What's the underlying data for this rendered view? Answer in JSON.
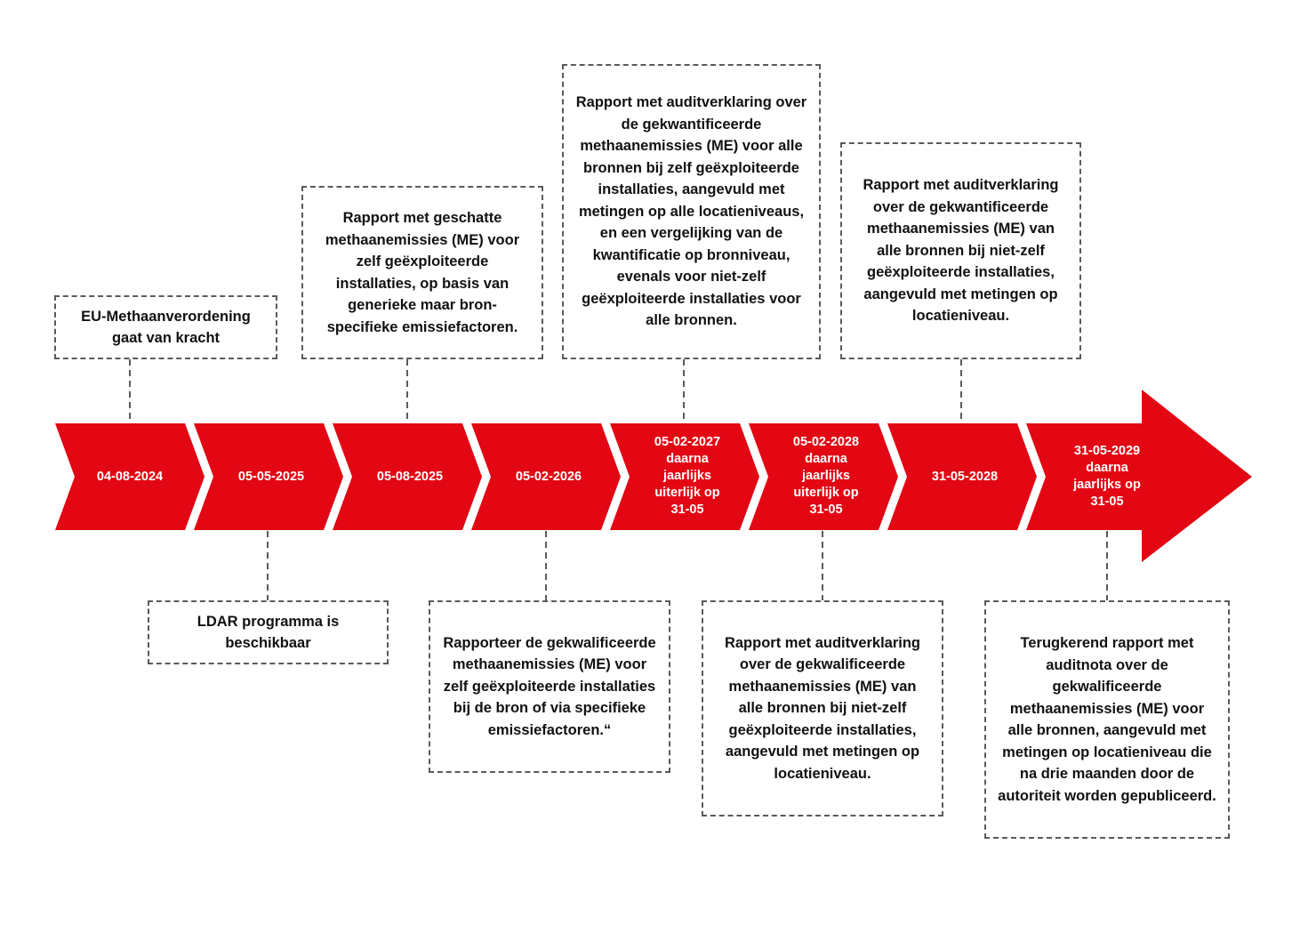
{
  "colors": {
    "arrow": "#e30613",
    "text": "#111111",
    "dashed": "#5a5a5a"
  },
  "dates": [
    "04-08-2024",
    "05-05-2025",
    "05-08-2025",
    "05-02-2026",
    "05-02-2027\ndaarna\njaarlijks\nuiterlijk op\n31-05",
    "05-02-2028\ndaarna\njaarlijks\nuiterlijk op\n31-05",
    "31-05-2028",
    "31-05-2029\ndaarna\njaarlijks op\n31-05"
  ],
  "events": {
    "ev_2024": "EU-Methaanverordening gaat van kracht",
    "ev_2025_05": "LDAR programma is beschikbaar",
    "ev_2025_08": "Rapport met geschatte methaanemissies (ME) voor zelf geëxploiteerde installaties, op basis van generieke maar bron-specifieke emissiefactoren.",
    "ev_2026": "Rapporteer de gekwalificeerde methaanemissies (ME) voor zelf geëxploiteerde installaties bij de bron of via specifieke emissiefactoren.“",
    "ev_2027": "Rapport met auditverklaring over de gekwantificeerde methaanemissies (ME) voor alle bronnen bij zelf geëxploiteerde installaties, aangevuld met metingen op alle locatieniveaus, en een vergelijking van de kwantificatie op bronniveau, evenals voor niet-zelf geëxploiteerde installaties voor alle bronnen.",
    "ev_2028_02": "Rapport met auditverklaring over de gekwalificeerde methaanemissies (ME) van alle bronnen bij niet-zelf geëxploiteerde installaties, aangevuld met metingen op locatieniveau.",
    "ev_2028_05": "Rapport met auditverklaring over de gekwantificeerde methaanemissies (ME) van alle bronnen bij niet-zelf geëxploiteerde installaties, aangevuld met metingen op locatieniveau.",
    "ev_2029": "Terugkerend rapport met auditnota over de gekwalificeerde methaanemissies (ME) voor alle bronnen, aangevuld met metingen op locatieniveau die na drie maanden door de autoriteit worden gepubliceerd."
  }
}
